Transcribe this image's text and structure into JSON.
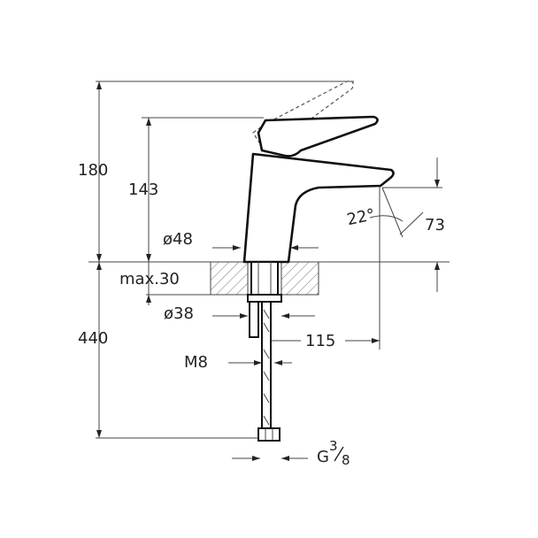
{
  "drawing": {
    "dimensions": {
      "total_height": "180",
      "spout_height": "143",
      "body_diameter": "ø48",
      "max_thickness": "max.30",
      "hole_diameter": "ø38",
      "below_height": "440",
      "spout_reach": "115",
      "stud_thread": "M8",
      "spout_angle": "22°",
      "spout_projection": "73",
      "connection": "G",
      "connection_num": "3",
      "connection_den": "8"
    }
  }
}
